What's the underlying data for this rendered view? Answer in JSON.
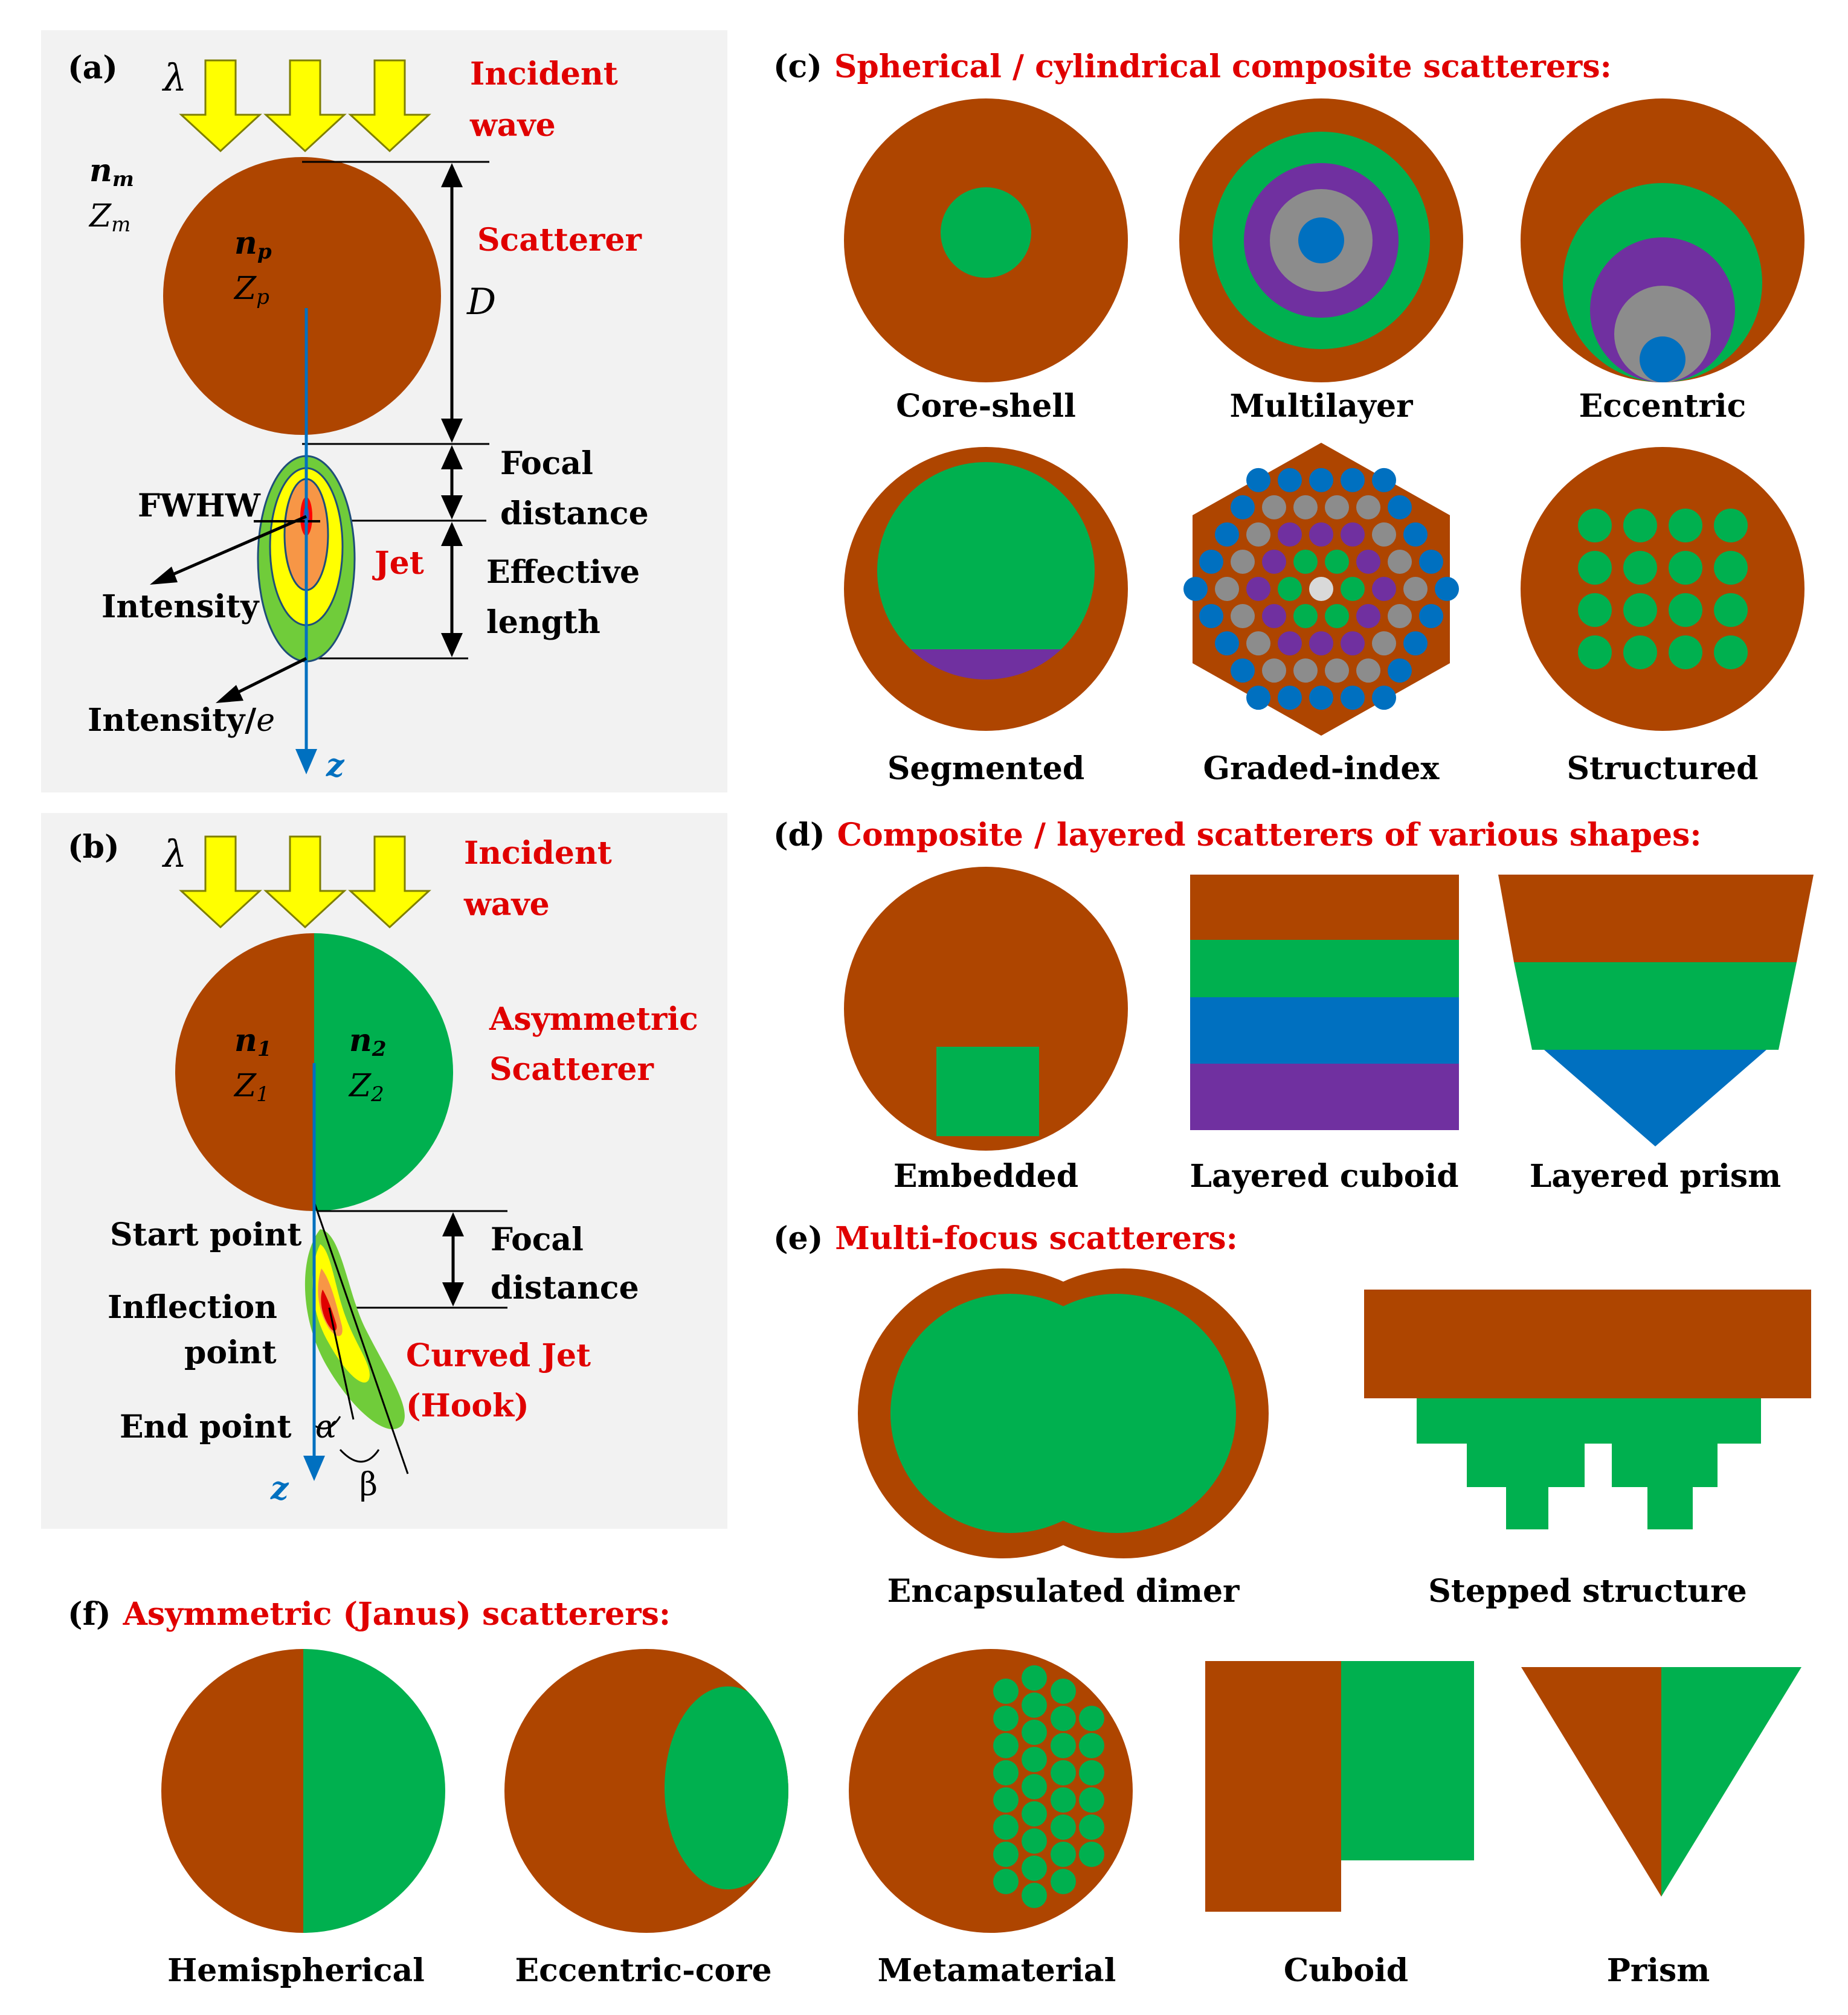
{
  "colors": {
    "brown": "#ae4500",
    "green": "#00b04f",
    "purple": "#7030a0",
    "gray": "#8c8c8c",
    "blue": "#0070c0",
    "lightgray": "#d9d9d9",
    "yellow": "#ffff00",
    "jet_green": "#70cc3a",
    "jet_orange": "#f79646",
    "red_text": "#e00000",
    "axis_blue": "#0070c0",
    "panel_bg": "#f2f2f2"
  },
  "panel_a": {
    "tag": "(a)",
    "lambda": "λ",
    "incident": [
      "Incident",
      "wave"
    ],
    "nm": "n",
    "nm_sub": "m",
    "zm": "Z",
    "zm_sub": "m",
    "np": "n",
    "np_sub": "p",
    "zp": "Z",
    "zp_sub": "p",
    "scatterer": "Scatterer",
    "d": "D",
    "focal": [
      "Focal",
      "distance"
    ],
    "fwhw": "FWHW",
    "jet": "Jet",
    "effective": [
      "Effective",
      "length"
    ],
    "intensity": "Intensity",
    "intensity_e": "Intensity/",
    "intensity_e_it": "e",
    "z": "z"
  },
  "panel_b": {
    "tag": "(b)",
    "lambda": "λ",
    "incident": [
      "Incident",
      "wave"
    ],
    "n1": "n",
    "n1_sub": "1",
    "z1": "Z",
    "z1_sub": "1",
    "n2": "n",
    "n2_sub": "2",
    "z2": "Z",
    "z2_sub": "2",
    "asym": [
      "Asymmetric",
      "Scatterer"
    ],
    "start": "Start point",
    "focal": [
      "Focal",
      "distance"
    ],
    "inflection": [
      "Inflection",
      "point"
    ],
    "curved": [
      "Curved Jet",
      "(Hook)"
    ],
    "end": "End point",
    "alpha": "α",
    "beta": "β",
    "z": "z"
  },
  "panel_c": {
    "tag": "(c)",
    "title": "Spherical / cylindrical composite scatterers:",
    "labels": [
      "Core-shell",
      "Multilayer",
      "Eccentric",
      "Segmented",
      "Graded-index",
      "Structured"
    ]
  },
  "panel_d": {
    "tag": "(d)",
    "title": "Composite / layered scatterers of various shapes:",
    "labels": [
      "Embedded",
      "Layered cuboid",
      "Layered prism"
    ]
  },
  "panel_e": {
    "tag": "(e)",
    "title": "Multi-focus scatterers:",
    "labels": [
      "Encapsulated dimer",
      "Stepped structure"
    ]
  },
  "panel_f": {
    "tag": "(f)",
    "title": "Asymmetric (Janus) scatterers:",
    "labels": [
      "Hemispherical",
      "Eccentric-core",
      "Metamaterial",
      "Cuboid",
      "Prism"
    ]
  }
}
